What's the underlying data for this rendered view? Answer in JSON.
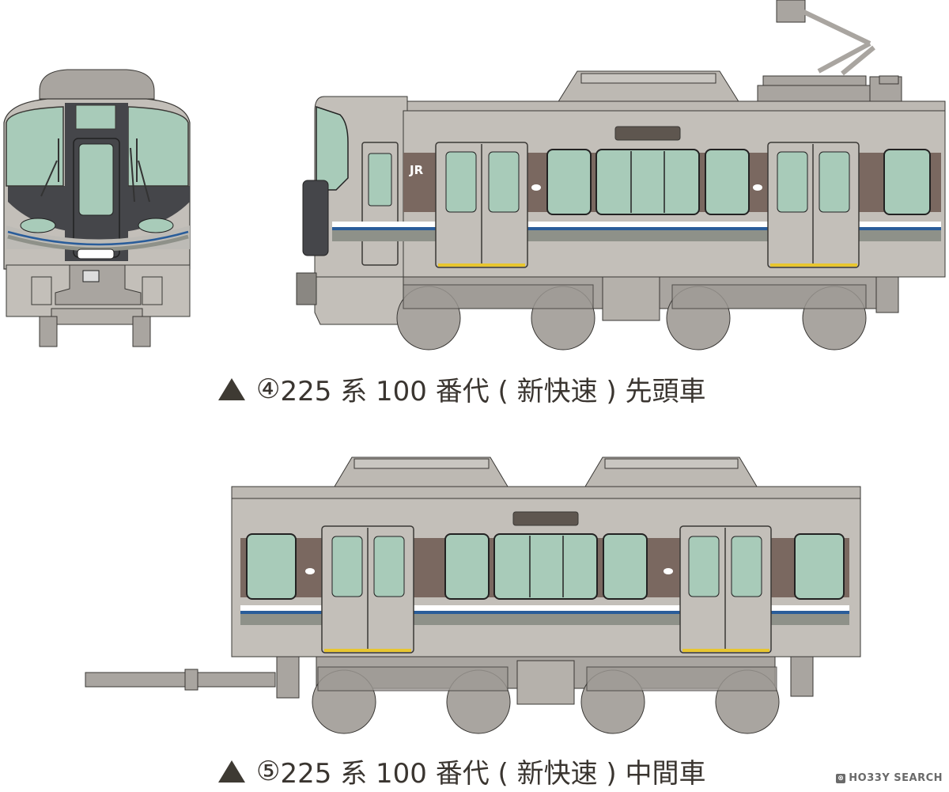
{
  "figures": [
    {
      "id": "car-4",
      "caption": {
        "marker": "▲",
        "number": "④",
        "text": "225 系 100 番代 ( 新快速 ) 先頭車"
      },
      "views": [
        "front-view",
        "side-view-cab-car"
      ],
      "logo_text": "JR"
    },
    {
      "id": "car-5",
      "caption": {
        "marker": "▲",
        "number": "⑤",
        "text": "225 系 100 番代 ( 新快速 ) 中間車"
      },
      "views": [
        "side-view-intermediate-car"
      ]
    }
  ],
  "watermark": {
    "icon": "hobby-search-logo-icon",
    "text": "HO33Y SEARCH"
  },
  "colors": {
    "body": "#c3bfb9",
    "body_dark": "#a9a5a0",
    "window_glass": "#a8cbb9",
    "brown_band": "#7a6860",
    "white_stripe": "#ffffff",
    "blue_stripe": "#2a5d9a",
    "gray_band": "#8e9189",
    "yellow_threshold": "#e8c62f",
    "outline": "#3a3835",
    "front_black": "#45464a",
    "underfloor": "#a9a5a0"
  }
}
